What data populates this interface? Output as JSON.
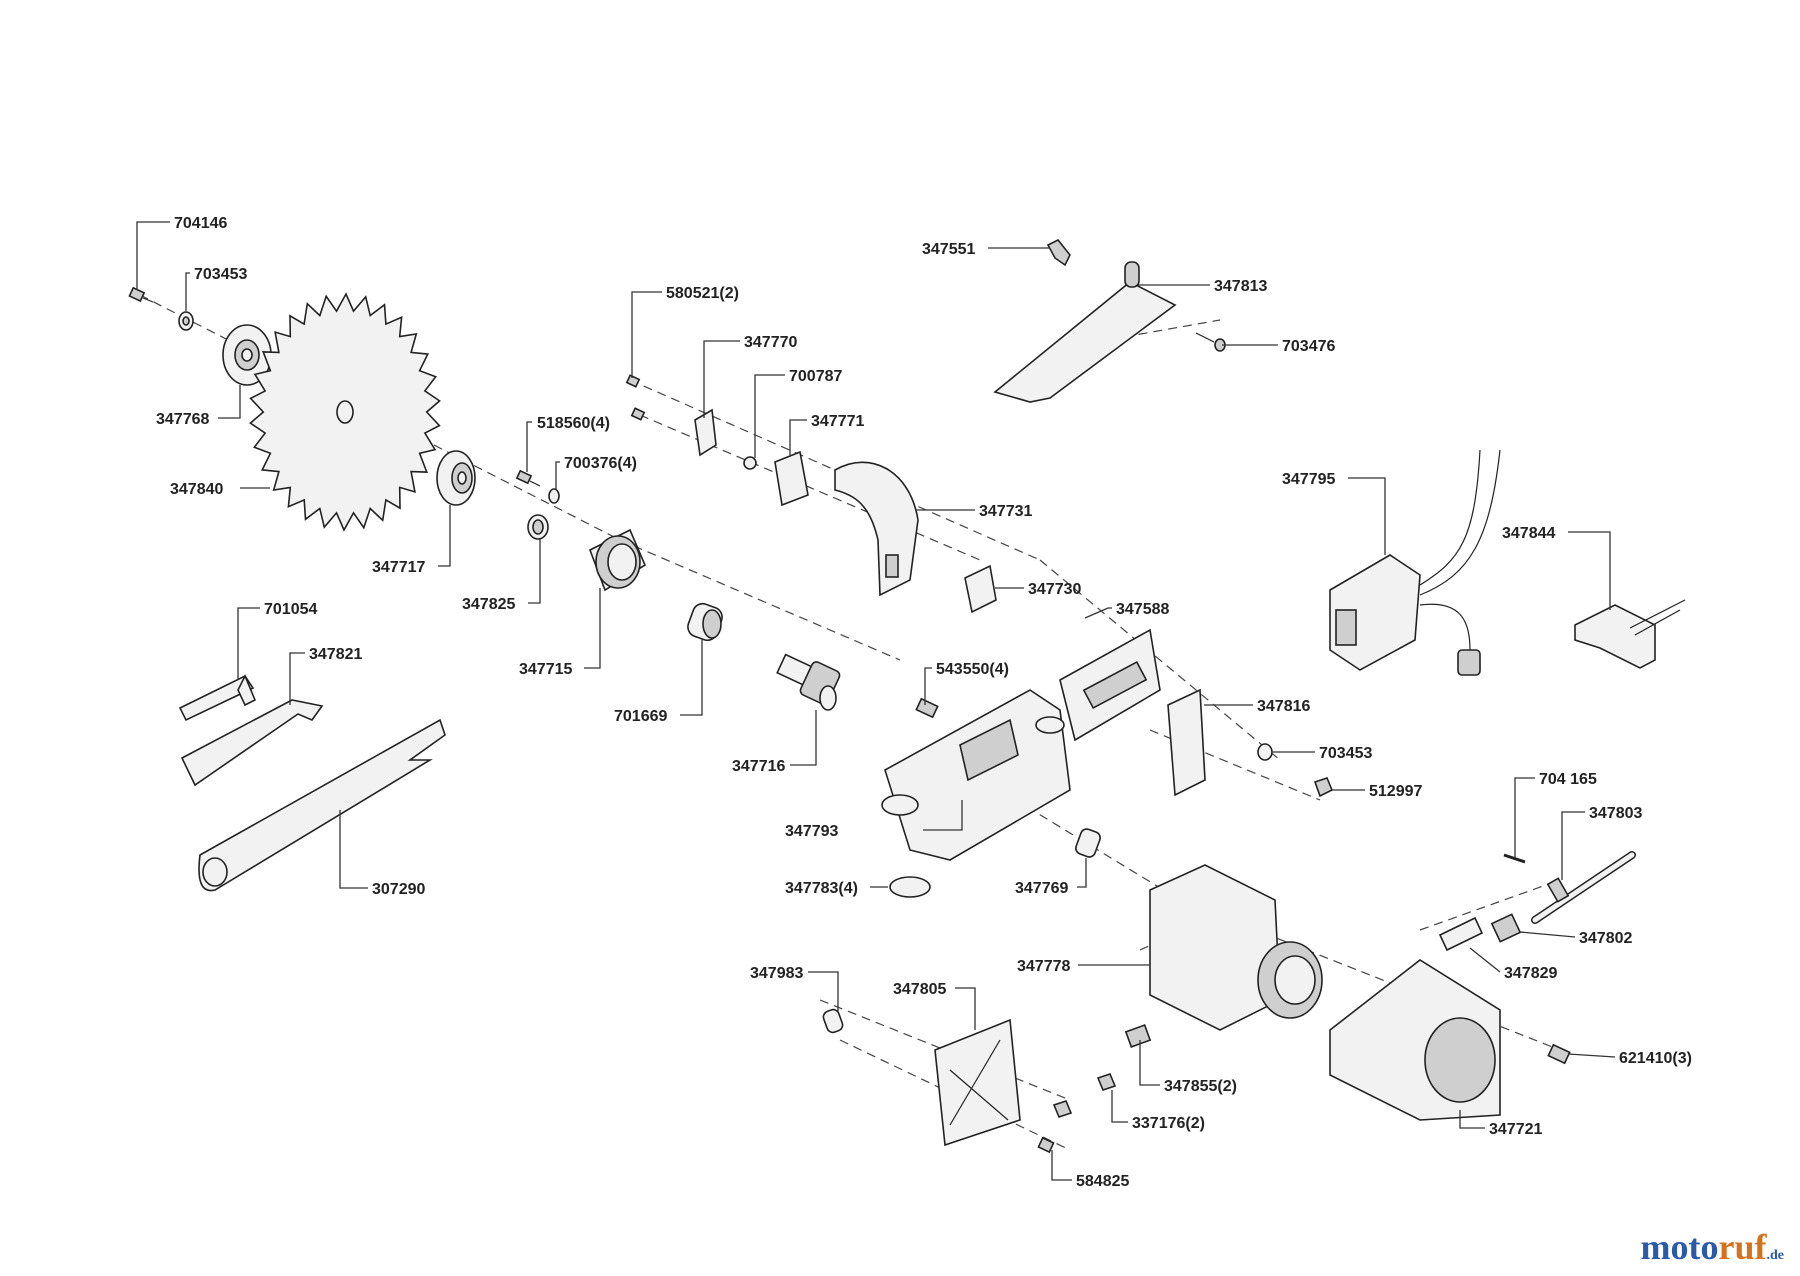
{
  "labels": {
    "p704146": "704146",
    "p703453a": "703453",
    "p347768": "347768",
    "p347840": "347840",
    "p347717": "347717",
    "p518560": "518560(4)",
    "p700376": "700376(4)",
    "p347825": "347825",
    "p347715": "347715",
    "p701669": "701669",
    "p580521": "580521(2)",
    "p347770": "347770",
    "p700787": "700787",
    "p347771": "347771",
    "p347731": "347731",
    "p347730": "347730",
    "p347551": "347551",
    "p347813": "347813",
    "p703476": "703476",
    "p347795": "347795",
    "p347844": "347844",
    "p347588": "347588",
    "p543550": "543550(4)",
    "p347816": "347816",
    "p703453b": "703453",
    "p512997": "512997",
    "p701054": "701054",
    "p347821": "347821",
    "p307290": "307290",
    "p347716": "347716",
    "p347793": "347793",
    "p347783": "347783(4)",
    "p347769": "347769",
    "p704165": "704 165",
    "p347803": "347803",
    "p347802": "347802",
    "p347829": "347829",
    "p347778": "347778",
    "p347983": "347983",
    "p347805": "347805",
    "p347855": "347855(2)",
    "p337176": "337176(2)",
    "p584825": "584825",
    "p621410": "621410(3)",
    "p347721": "347721"
  },
  "watermark": {
    "part_a": "moto",
    "part_b": "ruf",
    "part_c": ".de"
  }
}
